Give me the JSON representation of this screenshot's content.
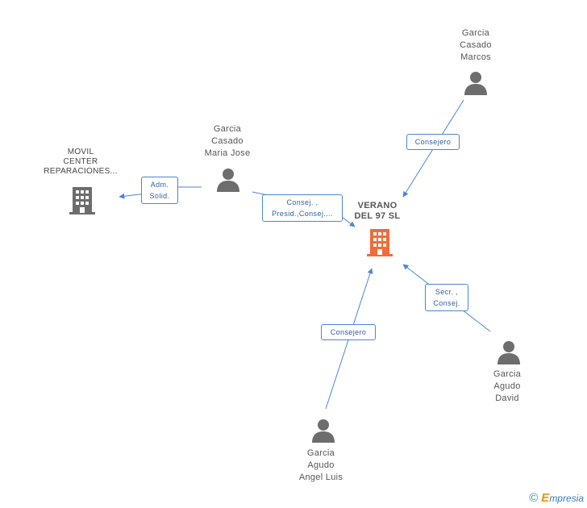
{
  "nodes": {
    "verano": {
      "label": "VERANO\nDEL 97 SL"
    },
    "movil": {
      "label": "MOVIL\nCENTER\nREPARACIONES..."
    },
    "maria_jose": {
      "label": "Garcia\nCasado\nMaria Jose"
    },
    "marcos": {
      "label": "Garcia\nCasado\nMarcos"
    },
    "david": {
      "label": "Garcia\nAgudo\nDavid"
    },
    "angel_luis": {
      "label": "Garcia\nAgudo\nAngel Luis"
    }
  },
  "edges": {
    "marcos_verano": "Consejero",
    "maria_movil": "Adm.\nSolid.",
    "maria_verano": "Consej. ,\nPresid.,Consej....",
    "david_verano": "Secr. ,\nConsej.",
    "angel_verano": "Consejero"
  },
  "footer": {
    "copyright": "©",
    "brand_initial": "E",
    "brand_rest": "mpresia"
  },
  "colors": {
    "main_company": "#f26b3a",
    "company": "#6d6d6d",
    "person": "#6d6d6d",
    "edge": "#4a86d8"
  }
}
